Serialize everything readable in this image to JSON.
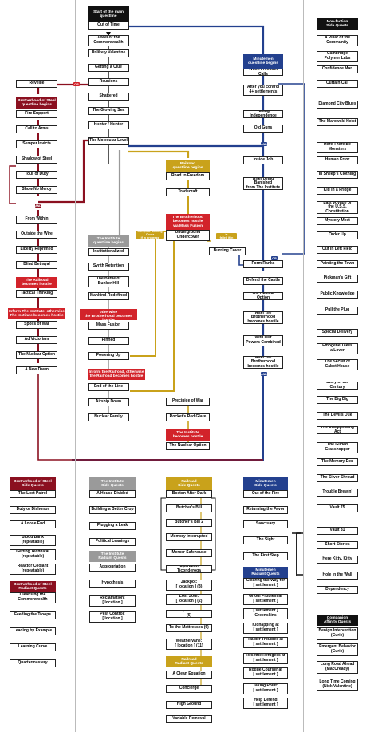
{
  "colors": {
    "black": "#111111",
    "brotherhood": "#8b1020",
    "railroad_red": "#d2232a",
    "institute": "#9a9a9a",
    "railroad": "#c9a21b",
    "minutemen": "#23408e"
  },
  "headers": {
    "main": "Start of the main\nquestline",
    "minutemen": "Minutemen\nquestline begins",
    "bos": "Brotherhood of Steel\nquestline begins",
    "railroad": "Railroad\nquestline begins",
    "institute": "The Institute\nquestline begins",
    "non_faction": "Non-faction\nSide Quests",
    "bos_side": "Brotherhood of Steel\nSide Quests",
    "bos_radiant": "Brotherhood of Steel\nRadiant Quests",
    "inst_side": "The Institute\nSide Quests",
    "inst_radiant": "The Institute\nRadiant Quests",
    "rr_side": "Railroad\nSide Quests",
    "rr_radiant": "Railroad\nRadiant Quests",
    "mm_side": "Minutemen\nSide Quests",
    "mm_radiant": "Minutemen\nRadiant Quests",
    "companion": "Companion\nAffinity Quests"
  },
  "main_column": [
    "Out of Time",
    "Jewel of the\nCommonwealth",
    "Unlikely Valentine",
    "Getting a Clue",
    "Reunions",
    "Shattered",
    "The Glowing Sea",
    "Hunter / Hunter",
    "The Molecular Level"
  ],
  "bos_column": [
    "Reveille",
    "Fire Support",
    "Call to Arms",
    "Semper Invicta",
    "Shadow of Steel",
    "Tour of Duty",
    "Show No Mercy",
    "From Within",
    "Outside the Wire",
    "Liberty Reprimed",
    "Blind Betrayal",
    "Tactical Thinking",
    "Spoils of War",
    "Ad Victoriam",
    "The Nuclear Option",
    "A New Dawn"
  ],
  "bos_notes": {
    "railroad_hostile": "The Railroad\nbecomes hostile",
    "inform_institute": "Inform The Institute, otherwise\nThe Institute becomes hostile"
  },
  "institute_column": [
    "Institutionalized",
    "Synth Retention",
    "The Battle of\nBunker Hill",
    "Mankind-Redefined",
    "Mass Fusion",
    "Pinned",
    "Powering Up",
    "End of the Line",
    "Airship Down",
    "Nuclear Family"
  ],
  "institute_notes": {
    "inform_bos": "Inform the Brotherhood, otherwise\nthe Brotherhood becomes hostile",
    "inform_railroad": "Inform the Railroad, otherwise\nthe Railroad becomes hostile"
  },
  "railroad_column": [
    "Road to Freedom",
    "Tradecraft",
    "Underground\nUndercover",
    "Precipice of War",
    "Rocket's Red Glare",
    "The Nuclear Option"
  ],
  "railroad_notes": {
    "bos_hostile_mass_fusion": "The Brotherhood\nbecomes hostile\nvia Mass Fusion",
    "institute_hostile": "The Institute\nbecomes hostile"
  },
  "misc_column": [
    "Burning Cover"
  ],
  "minutemen_column": [
    "When Freedom Calls",
    "After you control\n4+ settlements",
    "Taking Independence",
    "Old Guns",
    "Inside Job",
    "After being Banished\nfrom The Institute",
    "Form Ranks",
    "Defend the Castle",
    "The Nuclear Option",
    "After the Brotherhood\nbecomes hostile",
    "With Our\nPowers Combined",
    "After the Brotherhood\nbecomes hostile"
  ],
  "small_tags": {
    "or": "OR",
    "and": "AND",
    "complete_if": "Complete Burning Cover\nif in progress",
    "failed_if": "Burning Cover is\nfailed if in progress",
    "quest_failed": "Quest Failed"
  },
  "nonfaction_column": [
    "A Pillar of the\nCommunity",
    "Cambridge\nPolymer Labs",
    "Confidence Man",
    "Curtain Call",
    "Diamond City Blues",
    "The Marowski Heist",
    "Here There Be\nMonsters",
    "Human Error",
    "In Sheep's Clothing",
    "Kid in a Fridge",
    "Last Voyage of\nthe U.S.S. Constitution",
    "Mystery Meet",
    "Order Up",
    "Out in Left Field",
    "Painting the Town",
    "Pickman's Gift",
    "Public Knowledge",
    "Pull the Plug",
    "Special Delivery",
    "Emogene Takes\na Lover",
    "The Secret of\nCabot House",
    "Story of the Century",
    "The Big Dig",
    "The Devil's Due",
    "The Disappearing Act",
    "The Gilded\nGrasshopper",
    "The Memory Den",
    "The Silver Shroud",
    "Trouble Brewin'",
    "Vault 75",
    "Vault 81",
    "Short Stories",
    "Here Kitty, Kitty",
    "Hole in the Wall",
    "Dependency"
  ],
  "bos_side_quests": [
    "The Lost Patrol",
    "Duty or Dishonor",
    "A Loose End",
    "Blood Bank\n(repeatable)",
    "Getting Technical\n(repeatable)",
    "Reactor Coolant\n(repeatable)"
  ],
  "bos_radiant_quests": [
    "Cleansing the\nCommonwealth",
    "Feeding the Troops",
    "Leading by Example",
    "Learning Curve",
    "Quartermastery"
  ],
  "inst_side_quests": [
    "A House Divided",
    "Building a Better Crop",
    "Plugging a Leak",
    "Political Leanings"
  ],
  "inst_radiant_quests": [
    "Appropriation",
    "Hypothesis",
    "Reclamation:\n[ location ]",
    "Pest Control:\n[ location ]"
  ],
  "rr_side_quests": [
    "Boston After Dark",
    "Butcher's Bill",
    "Butcher's Bill 2",
    "Memory Interrupted",
    "Mercer Safehouse",
    "Operation Ticonderoga",
    "Jackpot:\n[ location ] (3)",
    "Lost Soul:\n[ location ] (2)",
    "Randolph Safehouse (6)",
    "To the Mattresses (6)",
    "Weathervane:\n[ location ] (11)"
  ],
  "rr_radiant_quests": [
    "A Clean Equation",
    "Concierge",
    "High Ground",
    "Variable Removal"
  ],
  "mm_side_quests": [
    "Out of the Fire",
    "Returning the Favor",
    "Sanctuary",
    "The Sight",
    "The First Step"
  ],
  "mm_radiant_quests": [
    "Clearing the Way for\n[ settlement ]",
    "Ghoul Problem at\n[ settlement ]",
    "[ settlement ]\nGreenskins",
    "Kidnapping at\n[ settlement ]",
    "Raider Troubles at\n[ settlement ]",
    "Resettle Refugees at\n[ settlement ]",
    "Rogue Courser at\n[ settlement ]",
    "Taking Point:\n[ settlement ]",
    "Help Defend\n[ settlement ]"
  ],
  "companion_quests": [
    "Benign Intervention\n(Curie)",
    "Emergent Behavior\n(Curie)",
    "Long Road Ahead\n(MacCready)",
    "Long Time Coming\n(Nick Valentine)"
  ]
}
